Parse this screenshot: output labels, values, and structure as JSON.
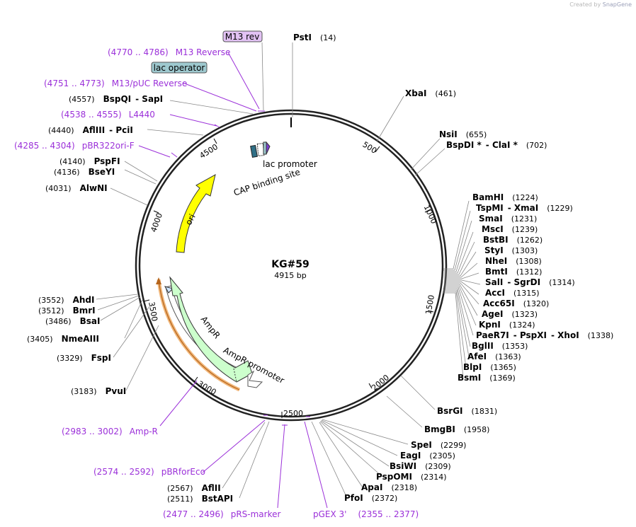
{
  "credit": {
    "prefix": "Created by",
    "brand": "SnapGene"
  },
  "plasmid": {
    "name": "KG#59",
    "length_label": "4915 bp",
    "length": 4915
  },
  "ticks": [
    "500",
    "1000",
    "1500",
    "2000",
    "2500",
    "3000",
    "3500",
    "4000",
    "4500"
  ],
  "colors": {
    "primer": "#9b30d9",
    "ori": "#ffff00",
    "ampr": "#ccffcc",
    "promoter": "#ffffff",
    "lac_operator": "#9ec9cf",
    "m13_box": "#e2c2f4",
    "cap": "#2f6f86"
  },
  "feature_labels": {
    "ori": "ori",
    "ampr": "AmpR",
    "ampr_promoter": "AmpR promoter",
    "lac_promoter": "lac promoter",
    "cap_site": "CAP binding site",
    "lac_operator": "lac operator",
    "m13rev": "M13 rev"
  },
  "enzymes": [
    {
      "name": "PstI",
      "pos": "(14)"
    },
    {
      "name": "XbaI",
      "pos": "(461)"
    },
    {
      "name": "NsiI",
      "pos": "(655)"
    },
    {
      "name": "BspDI *",
      "name2": "ClaI *",
      "pos": "(702)"
    },
    {
      "name": "BamHI",
      "pos": "(1224)"
    },
    {
      "name": "TspMI",
      "name2": "XmaI",
      "pos": "(1229)"
    },
    {
      "name": "SmaI",
      "pos": "(1231)"
    },
    {
      "name": "MscI",
      "pos": "(1239)"
    },
    {
      "name": "BstBI",
      "pos": "(1262)"
    },
    {
      "name": "StyI",
      "pos": "(1303)"
    },
    {
      "name": "NheI",
      "pos": "(1308)"
    },
    {
      "name": "BmtI",
      "pos": "(1312)"
    },
    {
      "name": "SalI",
      "name2": "SgrDI",
      "pos": "(1314)"
    },
    {
      "name": "AccI",
      "pos": "(1315)"
    },
    {
      "name": "Acc65I",
      "pos": "(1320)"
    },
    {
      "name": "AgeI",
      "pos": "(1323)"
    },
    {
      "name": "KpnI",
      "pos": "(1324)"
    },
    {
      "name": "PaeR7I",
      "name2": "PspXI",
      "name3": "XhoI",
      "pos": "(1338)"
    },
    {
      "name": "BglII",
      "pos": "(1353)"
    },
    {
      "name": "AfeI",
      "pos": "(1363)"
    },
    {
      "name": "BlpI",
      "pos": "(1365)"
    },
    {
      "name": "BsmI",
      "pos": "(1369)"
    },
    {
      "name": "BsrGI",
      "pos": "(1831)"
    },
    {
      "name": "BmgBI",
      "pos": "(1958)"
    },
    {
      "name": "SpeI",
      "pos": "(2299)"
    },
    {
      "name": "EagI",
      "pos": "(2305)"
    },
    {
      "name": "BsiWI",
      "pos": "(2309)"
    },
    {
      "name": "PspOMI",
      "pos": "(2314)"
    },
    {
      "name": "ApaI",
      "pos": "(2318)"
    },
    {
      "name": "PfoI",
      "pos": "(2372)"
    },
    {
      "name": "BstAPI",
      "pos": "(2511)"
    },
    {
      "name": "AflII",
      "pos": "(2567)"
    },
    {
      "name": "PvuI",
      "pos": "(3183)"
    },
    {
      "name": "FspI",
      "pos": "(3329)"
    },
    {
      "name": "NmeAIII",
      "pos": "(3405)"
    },
    {
      "name": "BsaI",
      "pos": "(3486)"
    },
    {
      "name": "BmrI",
      "pos": "(3512)"
    },
    {
      "name": "AhdI",
      "pos": "(3552)"
    },
    {
      "name": "AlwNI",
      "pos": "(4031)"
    },
    {
      "name": "BseYI",
      "pos": "(4136)"
    },
    {
      "name": "PspFI",
      "pos": "(4140)"
    },
    {
      "name": "pBR322ori-F",
      "pos": "(4285 .. 4304)",
      "primer": true
    },
    {
      "name": "AflIII",
      "name2": "PciI",
      "pos": "(4440)"
    },
    {
      "name": "L4440",
      "pos": "(4538 .. 4555)",
      "primer": true
    },
    {
      "name": "BspQI",
      "name2": "SapI",
      "pos": "(4557)"
    },
    {
      "name": "M13/pUC Reverse",
      "pos": "(4751 .. 4773)",
      "primer": true
    },
    {
      "name": "M13 Reverse",
      "pos": "(4770 .. 4786)",
      "primer": true
    }
  ],
  "primers_bottom": [
    {
      "name": "Amp-R",
      "pos": "(2983 .. 3002)"
    },
    {
      "name": "pBRforEco",
      "pos": "(2574 .. 2592)"
    },
    {
      "name": "pRS-marker",
      "pos": "(2477 .. 2496)"
    },
    {
      "name": "pGEX 3'",
      "pos": "(2355 .. 2377)"
    }
  ]
}
